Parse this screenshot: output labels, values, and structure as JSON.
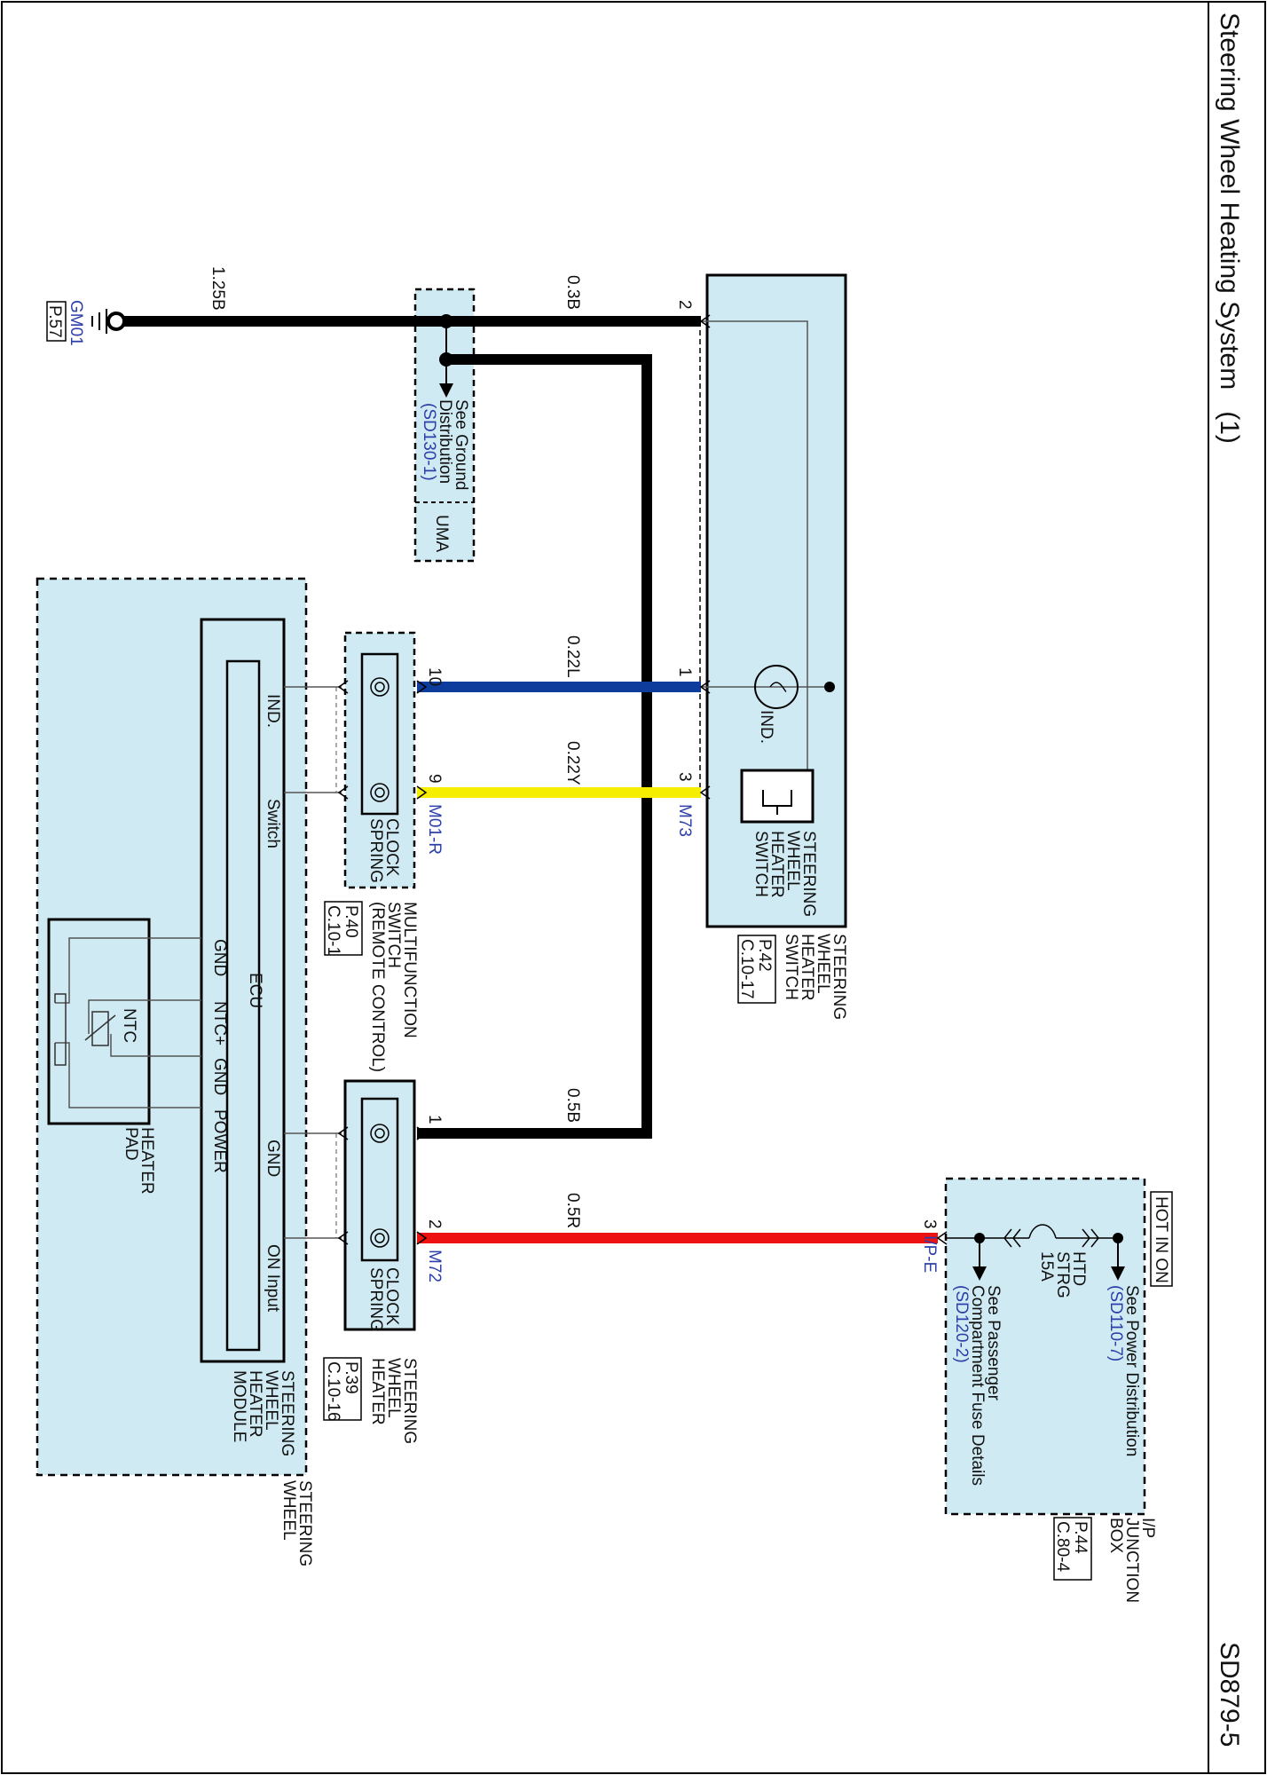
{
  "title": "Steering Wheel Heating System",
  "title_index": "(1)",
  "page_code": "SD879-5",
  "ground": {
    "name": "GM01",
    "ref": "P.57",
    "wire": "1.25B"
  },
  "uma": {
    "label": "UMA",
    "see_line1": "See Ground",
    "see_line2": "Distribution",
    "see_ref": "(SD130-1)"
  },
  "switch": {
    "inner_label": [
      "STEERING",
      "WHEEL",
      "HEATER",
      "SWITCH"
    ],
    "outer_label": [
      "STEERING",
      "WHEEL",
      "HEATER",
      "SWITCH"
    ],
    "ref": [
      "P.42",
      "C.10-17"
    ],
    "connector": "M73",
    "ind_label": "IND.",
    "pins": {
      "gnd": "2",
      "ind": "1",
      "sw": "3"
    }
  },
  "wires": {
    "gnd_sw": "0.3B",
    "ind": "0.22L",
    "sw": "0.22Y",
    "gnd_heater": "0.5B",
    "pwr": "0.5R"
  },
  "colors": {
    "box": "#cfeaf2",
    "ind_wire": "#0d3c9c",
    "sw_wire": "#f5ee00",
    "pwr_wire": "#ee1111",
    "black_wire": "#000000",
    "ref_text": "#2c3fa8"
  },
  "multifunction": {
    "clock_label": [
      "CLOCK",
      "SPRING"
    ],
    "connector": "M01-R",
    "pins": {
      "ind": "10",
      "sw": "9"
    },
    "label": [
      "MULTIFUNCTION",
      "SWITCH",
      "(REMOTE CONTROL)"
    ],
    "ref": [
      "P.40",
      "C.10-1"
    ]
  },
  "heater": {
    "clock_label": [
      "CLOCK",
      "SPRING"
    ],
    "connector": "M72",
    "pins": {
      "gnd": "1",
      "pwr": "2"
    },
    "label": [
      "STEERING",
      "WHEEL",
      "HEATER"
    ],
    "ref": [
      "P.39",
      "C.10-16"
    ]
  },
  "module": {
    "ecu": "ECU",
    "pins_top": [
      "IND.",
      "Switch",
      "GND",
      "ON Input"
    ],
    "pins_bottom": [
      "GND",
      "NTC+",
      "GND",
      "POWER"
    ],
    "ntc": "NTC",
    "heater_pad": [
      "HEATER",
      "PAD"
    ],
    "label": [
      "STEERING",
      "WHEEL",
      "HEATER",
      "MODULE"
    ]
  },
  "steering_wheel_label": [
    "STEERING",
    "WHEEL"
  ],
  "junction": {
    "hot": "HOT IN ON",
    "see_power": "See Power Distribution",
    "see_power_ref": "(SD110-7)",
    "fuse": [
      "HTD",
      "STRG",
      "15A"
    ],
    "see_pass": [
      "See Passenger",
      "Compartment Fuse Details"
    ],
    "see_pass_ref": "(SD120-2)",
    "connector": "I/P-E",
    "pin": "3",
    "label": [
      "I/P",
      "JUNCTION",
      "BOX"
    ],
    "ref": [
      "P.44",
      "C.80-4"
    ]
  }
}
